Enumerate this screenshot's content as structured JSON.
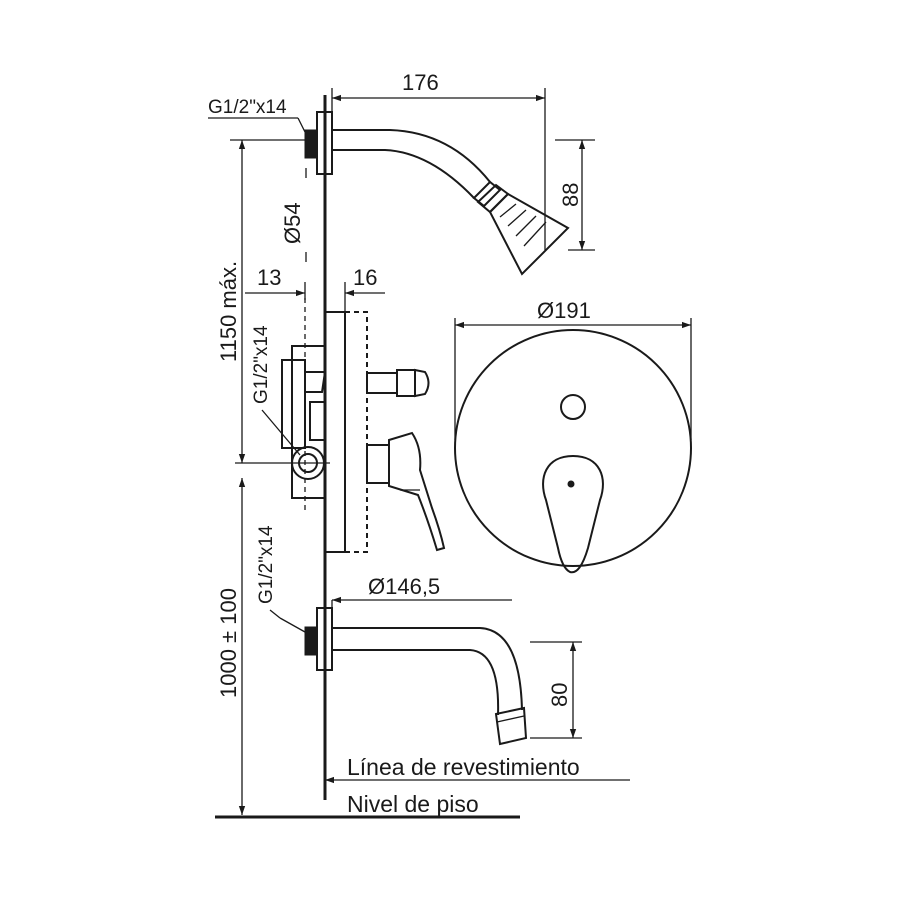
{
  "dimensions": {
    "shower_arm_length": "176",
    "shower_head_height": "88",
    "flange_diameter": "Ø54",
    "max_height": "1150 máx.",
    "body_depth": "13",
    "plate_depth": "16",
    "plate_diameter": "Ø191",
    "spout_diameter": "Ø146,5",
    "spout_height": "80",
    "inlet_height": "1000 ± 100"
  },
  "threads": {
    "top": "G1/2\"x14",
    "middle": "G1/2\"x14",
    "bottom": "G1/2\"x14"
  },
  "reference_lines": {
    "wall_finish": "Línea de revestimiento",
    "floor": "Nivel de piso"
  }
}
